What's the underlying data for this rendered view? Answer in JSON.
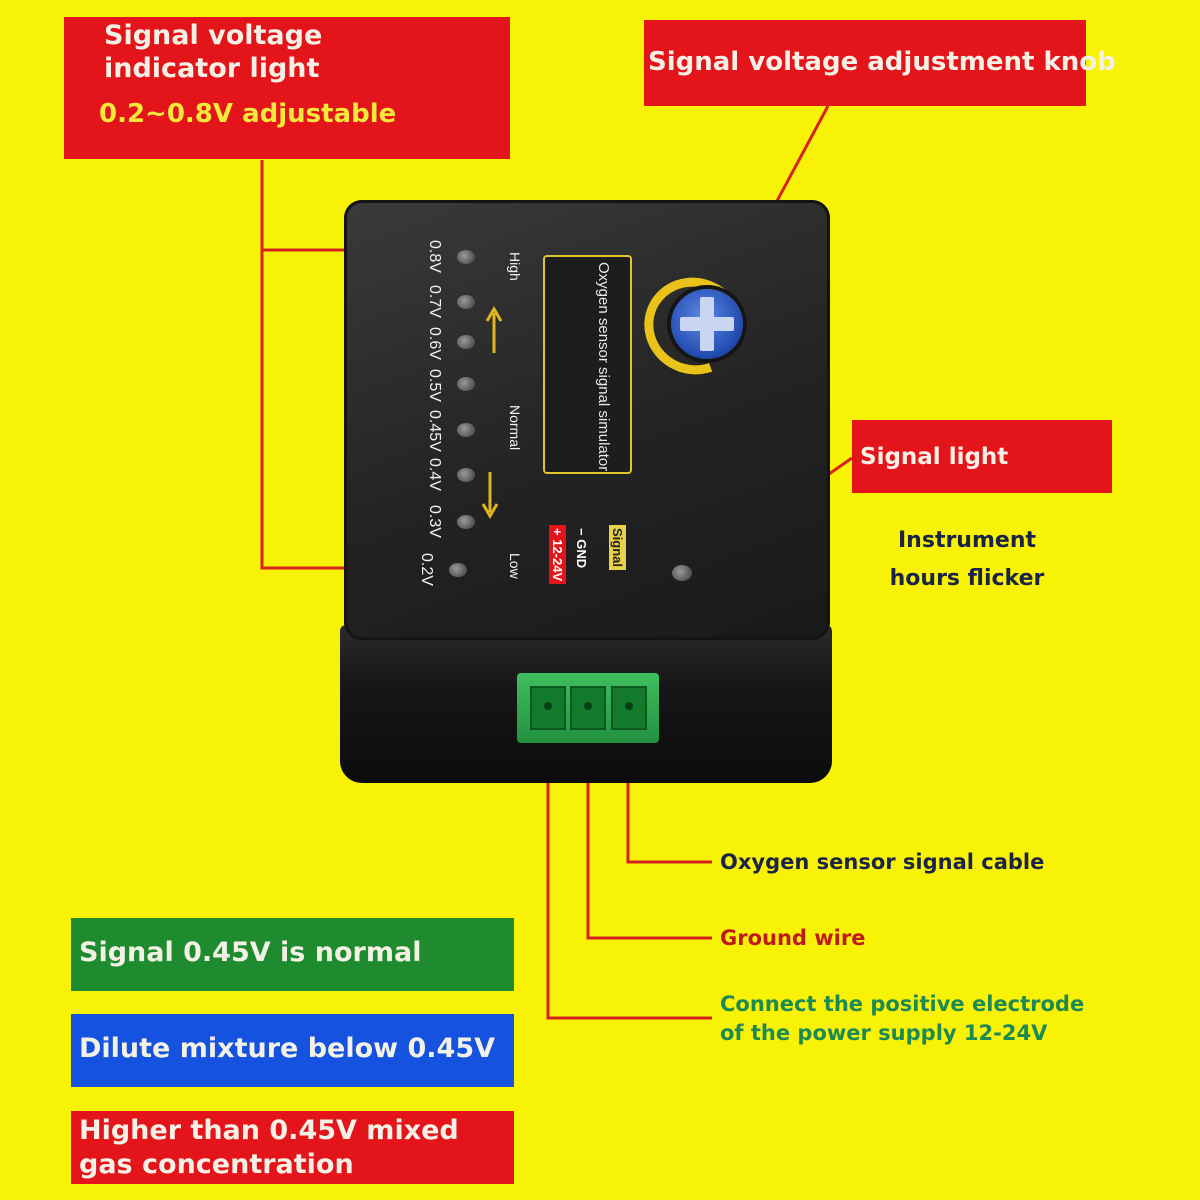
{
  "callouts": {
    "indicator_title": "Signal voltage indicator light",
    "indicator_range": "0.2~0.8V adjustable",
    "knob": "Signal voltage adjustment knob",
    "signal_light": "Signal light",
    "flicker": "Instrument hours flicker",
    "oxygen_cable": "Oxygen sensor signal cable",
    "ground_wire": "Ground wire",
    "positive": "Connect the positive electrode of the power supply 12-24V"
  },
  "legend": {
    "normal": "Signal 0.45V is normal",
    "dilute": "Dilute mixture below 0.45V",
    "higher": "Higher than 0.45V mixed gas concentration"
  },
  "device": {
    "led_labels": [
      "0.8V",
      "0.7V",
      "0.6V",
      "0.5V",
      "0.45V",
      "0.4V",
      "0.3V",
      "0.2V"
    ],
    "high_label": "High",
    "normal_label": "Normal",
    "low_label": "Low",
    "nameplate": "Oxygen sensor signal simulator",
    "tag_power": "+ 12-24V",
    "tag_gnd": "− GND",
    "tag_signal": "Signal"
  },
  "colors": {
    "background": "#f7f206",
    "callout_red": "#e4141b",
    "normal_green": "#1e8b2f",
    "dilute_blue": "#1552e0",
    "knob_blue": "#2f5fc9",
    "terminal_green": "#2aa64a"
  }
}
